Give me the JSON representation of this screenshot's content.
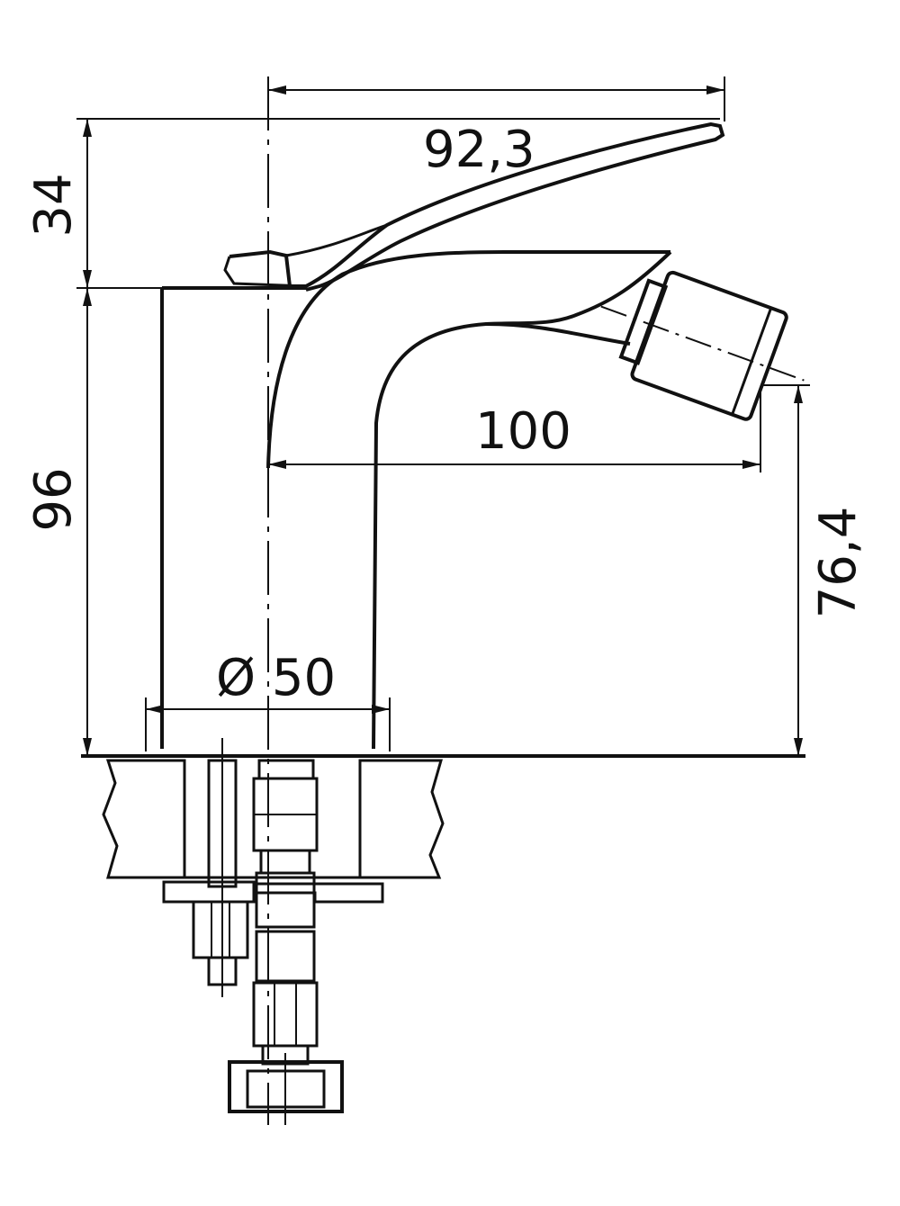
{
  "dimensions": {
    "lever_reach": "92,3",
    "lever_height": "34",
    "body_height": "96",
    "spout_reach": "100",
    "outlet_height": "76,4",
    "base_diameter": "Ø 50"
  },
  "colors": {
    "line": "#111111",
    "background": "#ffffff",
    "stone_fill": "#e9e9e9"
  }
}
